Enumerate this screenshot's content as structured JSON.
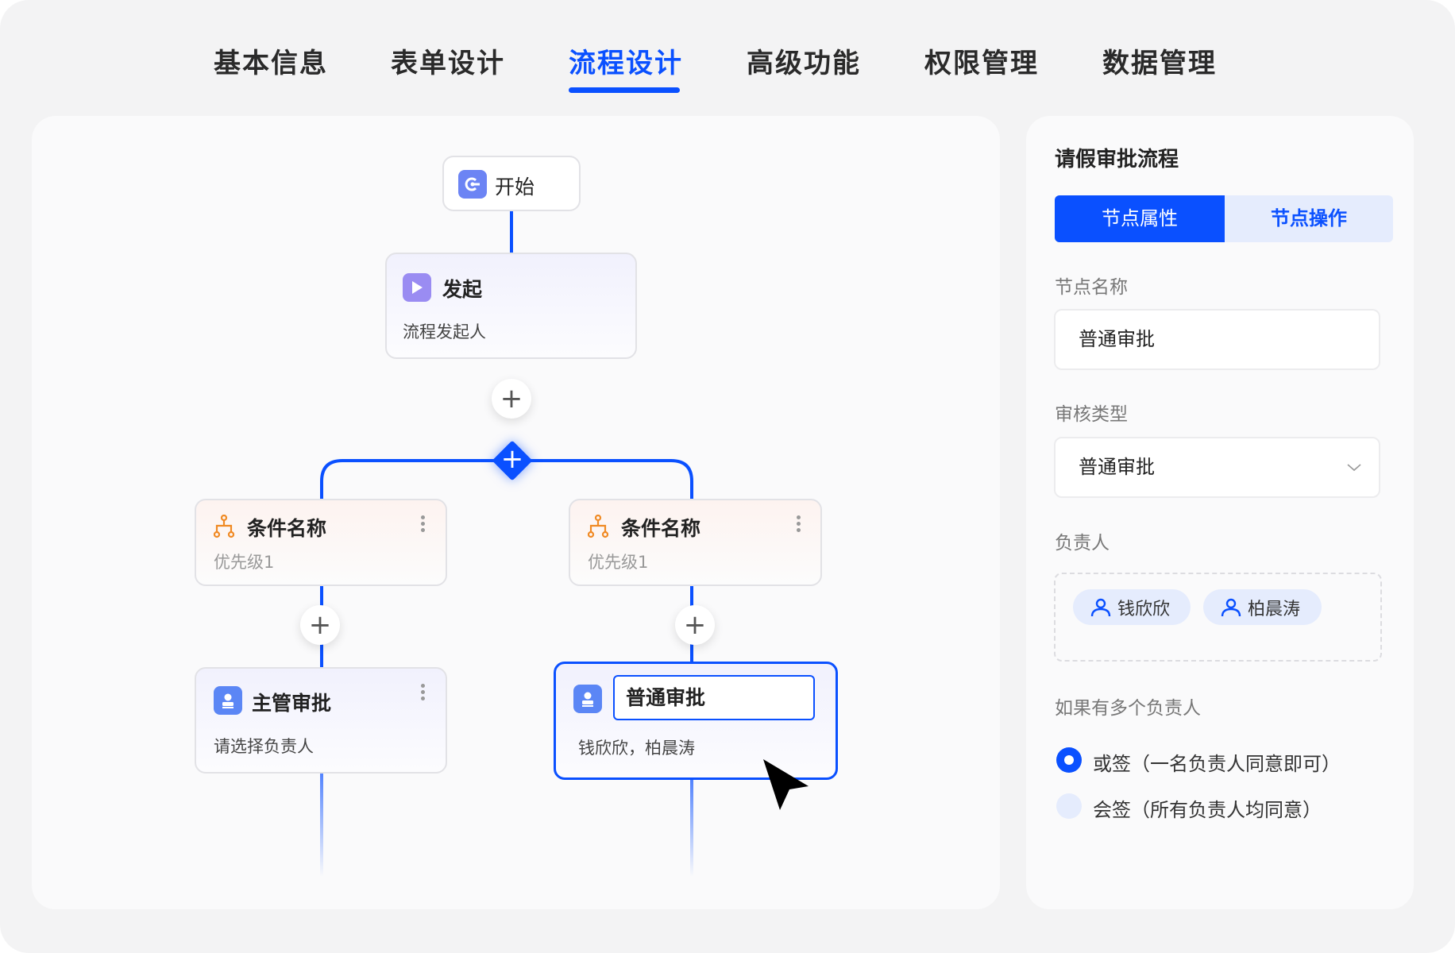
{
  "tabs": [
    {
      "label": "基本信息"
    },
    {
      "label": "表单设计"
    },
    {
      "label": "流程设计",
      "active": true
    },
    {
      "label": "高级功能"
    },
    {
      "label": "权限管理"
    },
    {
      "label": "数据管理"
    }
  ],
  "flow": {
    "start": {
      "title": "开始",
      "icon": "start-icon"
    },
    "initiate": {
      "title": "发起",
      "subtitle": "流程发起人",
      "icon": "play-icon"
    },
    "conditions": [
      {
        "title": "条件名称",
        "subtitle": "优先级1"
      },
      {
        "title": "条件名称",
        "subtitle": "优先级1"
      }
    ],
    "supervisor": {
      "title": "主管审批",
      "subtitle": "请选择负责人"
    },
    "selected": {
      "title": "普通审批",
      "subtitle": "钱欣欣，柏晨涛"
    },
    "add_symbol": "+"
  },
  "panel": {
    "title": "请假审批流程",
    "tabs": [
      {
        "label": "节点属性",
        "active": true
      },
      {
        "label": "节点操作"
      }
    ],
    "node_name_label": "节点名称",
    "node_name_value": "普通审批",
    "review_type_label": "审核类型",
    "review_type_value": "普通审批",
    "owner_label": "负责人",
    "owners": [
      "钱欣欣",
      "柏晨涛"
    ],
    "multi_label": "如果有多个负责人",
    "options": [
      {
        "label": "或签（一名负责人同意即可）",
        "checked": true
      },
      {
        "label": "会签（所有负责人均同意）",
        "checked": false
      }
    ]
  },
  "colors": {
    "accent": "#0a50ff",
    "condition": "#f08a24",
    "icon_bg": "#5b86f5"
  }
}
